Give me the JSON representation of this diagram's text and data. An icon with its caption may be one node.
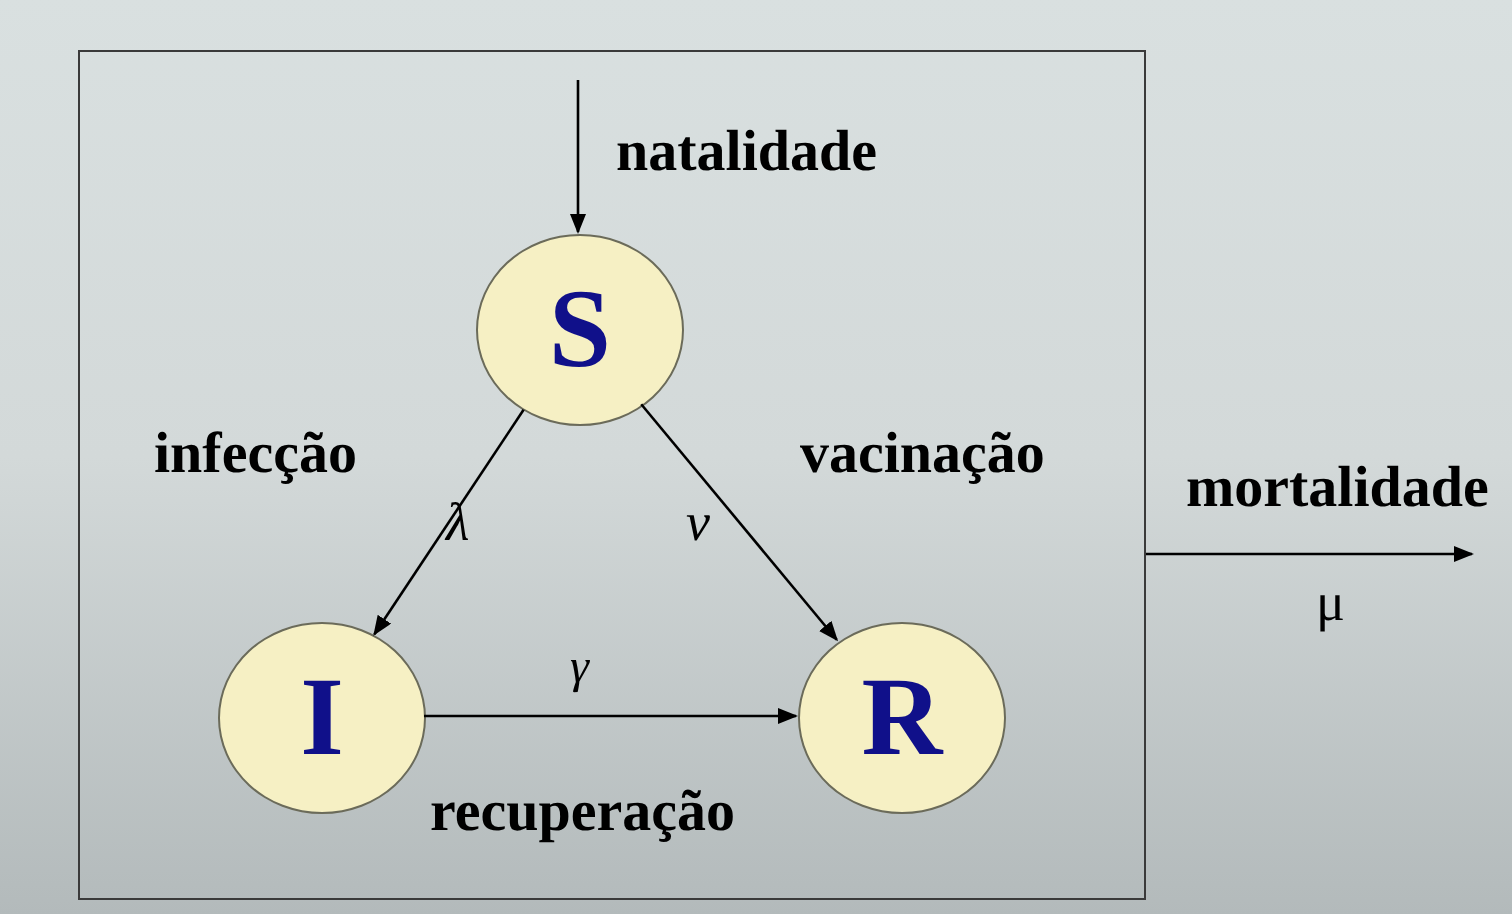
{
  "diagram": {
    "nodes": [
      {
        "text": [],
        "shape": "box"
      },
      {
        "text": [
          "S"
        ],
        "in": 0
      },
      {
        "text": [
          "I"
        ],
        "in": 0
      },
      {
        "text": [
          "R"
        ],
        "in": 0
      }
    ],
    "edges": [
      {
        "from": null,
        "to": 1,
        "arrow": "to",
        "label": "natalidade"
      },
      {
        "from": 1,
        "to": 2,
        "arrow": "to",
        "label": "λ"
      },
      {
        "from": 1,
        "to": 3,
        "arrow": "to",
        "label": "ν"
      },
      {
        "from": 2,
        "to": 3,
        "arrow": "to",
        "label": "γ"
      },
      {
        "from": 0,
        "to": null,
        "arrow": "to",
        "label": "mortalidade"
      }
    ],
    "labels": [
      "infecção",
      "vacinação",
      "recuperação",
      "μ"
    ]
  }
}
